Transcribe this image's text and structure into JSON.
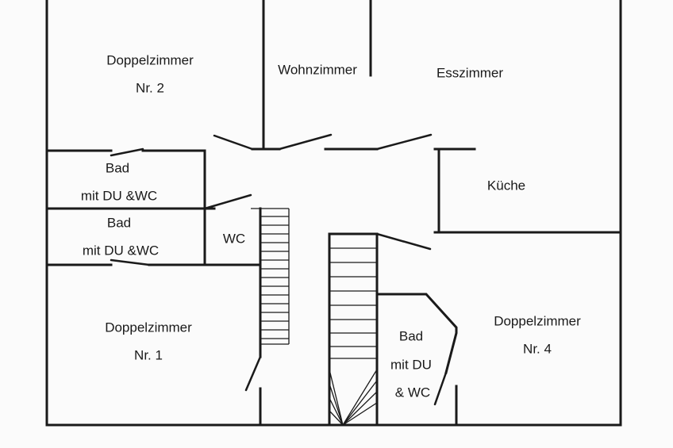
{
  "rooms": {
    "doppelzimmer_2": {
      "line1": "Doppelzimmer",
      "line2": "Nr. 2"
    },
    "wohnzimmer": {
      "label": "Wohnzimmer"
    },
    "esszimmer": {
      "label": "Esszimmer"
    },
    "bad_upper": {
      "line1": "Bad",
      "line2": "mit DU &WC"
    },
    "kueche": {
      "label": "Küche"
    },
    "bad_lower": {
      "line1": "Bad",
      "line2": "mit DU &WC"
    },
    "wc": {
      "label": "WC"
    },
    "doppelzimmer_1": {
      "line1": "Doppelzimmer",
      "line2": "Nr. 1"
    },
    "bad_center": {
      "line1": "Bad",
      "line2": "mit DU",
      "line3": "& WC"
    },
    "doppelzimmer_4": {
      "line1": "Doppelzimmer",
      "line2": "Nr. 4"
    }
  }
}
